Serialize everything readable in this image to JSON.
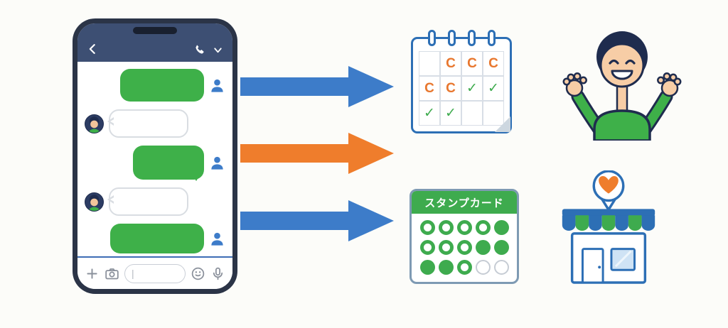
{
  "colors": {
    "bg": "#fcfcf9",
    "green": "#3eb049",
    "blue": "#3d7cc9",
    "orange": "#ef7d2c",
    "navy": "#1f2c4e",
    "header_navy": "#3d4f73",
    "frame": "#2b3447",
    "skin": "#f7cda6",
    "line_blue": "#3d6db5",
    "cal_blue": "#2d6fb5",
    "gray_border": "#d9dde2",
    "icon_gray": "#8a909b",
    "check_green": "#3eab4e",
    "c_orange": "#e8772e",
    "card_border": "#7e9ab3",
    "empty_border": "#c6ccd4",
    "window_blue": "#cfe3f5"
  },
  "phone": {
    "header": {
      "icons": [
        "back",
        "call",
        "collapse"
      ]
    },
    "messages": [
      {
        "side": "right",
        "style": "green",
        "w": 118,
        "h": 46
      },
      {
        "side": "left",
        "style": "white",
        "w": 112,
        "h": 40
      },
      {
        "side": "right",
        "style": "green",
        "w": 100,
        "h": 48,
        "tail": true
      },
      {
        "side": "left",
        "style": "white",
        "w": 112,
        "h": 40
      },
      {
        "side": "right",
        "style": "green",
        "w": 132,
        "h": 42
      }
    ],
    "input": {
      "cursor": "|",
      "icons": [
        "plus",
        "camera",
        "emoji",
        "mic"
      ]
    }
  },
  "arrows": [
    {
      "id": "arrow-to-calendar",
      "color": "#3d7cc9"
    },
    {
      "id": "arrow-middle",
      "color": "#ef7d2c"
    },
    {
      "id": "arrow-to-stamp-card",
      "color": "#3d7cc9"
    }
  ],
  "calendar": {
    "rings": 4,
    "grid": [
      [
        "",
        "c",
        "c",
        "c"
      ],
      [
        "c",
        "c",
        "check",
        "check"
      ],
      [
        "check",
        "check",
        "",
        ""
      ]
    ]
  },
  "stamp_card": {
    "title": "スタンプカード",
    "rows": [
      [
        "ring",
        "ring",
        "ring",
        "ring",
        "filled"
      ],
      [
        "ring",
        "ring",
        "ring",
        "filled",
        "filled"
      ],
      [
        "filled",
        "filled",
        "ring",
        "empty",
        "empty"
      ]
    ]
  },
  "store": {
    "awning_colors": [
      "#2d6fb5",
      "#3eab4e"
    ],
    "awning_stripes": 7
  }
}
